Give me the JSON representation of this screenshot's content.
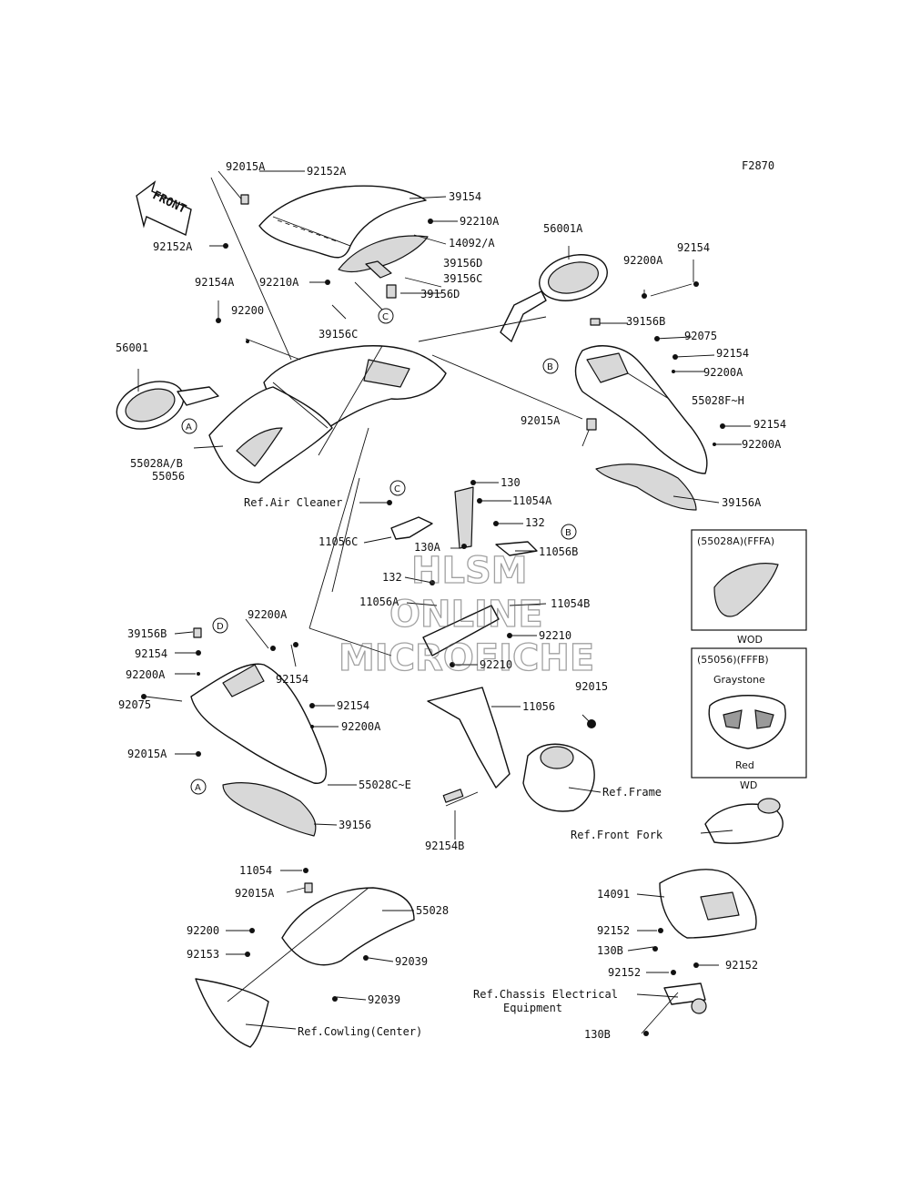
{
  "figure_code": "F2870",
  "front_label": "FRONT",
  "callouts": {
    "a": "A",
    "b": "B",
    "c": "C",
    "d": "D"
  },
  "labels": {
    "l_92015A_top": "92015A",
    "l_92152A_top": "92152A",
    "l_39154": "39154",
    "l_92210A_r": "92210A",
    "l_14092A": "14092/A",
    "l_92152A_l": "92152A",
    "l_39156D_a": "39156D",
    "l_39156C_a": "39156C",
    "l_92210A_l": "92210A",
    "l_39156D_b": "39156D",
    "l_92154A": "92154A",
    "l_92200_a": "92200",
    "l_39156C_b": "39156C",
    "l_56001": "56001",
    "l_55028AB": "55028A/B",
    "l_55056": "55056",
    "l_56001A": "56001A",
    "l_92200A_t": "92200A",
    "l_92154_t": "92154",
    "l_39156B_a": "39156B",
    "l_92075_a": "92075",
    "l_92154_r1": "92154",
    "l_92200A_r1": "92200A",
    "l_55028FH": "55028F~H",
    "l_92015A_m": "92015A",
    "l_92154_r2": "92154",
    "l_92200A_r2": "92200A",
    "l_39156A": "39156A",
    "l_130": "130",
    "l_ref_air": "Ref.Air Cleaner",
    "l_11054A": "11054A",
    "l_132_a": "132",
    "l_11056C": "11056C",
    "l_130A": "130A",
    "l_11056B": "11056B",
    "l_132_b": "132",
    "l_11056A": "11056A",
    "l_11054B": "11054B",
    "l_92210_a": "92210",
    "l_92210_b": "92210",
    "l_11056": "11056",
    "l_92015": "92015",
    "l_ref_frame": "Ref.Frame",
    "l_92154B": "92154B",
    "l_92200A_d": "92200A",
    "l_39156B_b": "39156B",
    "l_92154_d1": "92154",
    "l_92200A_d2": "92200A",
    "l_92154_d2": "92154",
    "l_92075_b": "92075",
    "l_92154_d3": "92154",
    "l_92200A_d3": "92200A",
    "l_92015A_d": "92015A",
    "l_55028CE": "55028C~E",
    "l_39156": "39156",
    "l_11054": "11054",
    "l_92015A_b": "92015A",
    "l_55028": "55028",
    "l_92200_b": "92200",
    "l_92153": "92153",
    "l_92039_a": "92039",
    "l_92039_b": "92039",
    "l_ref_cowl": "Ref.Cowling(Center)",
    "l_ref_fork": "Ref.Front Fork",
    "l_14091": "14091",
    "l_92152_a": "92152",
    "l_130B_a": "130B",
    "l_92152_b": "92152",
    "l_92152_c": "92152",
    "l_ref_chassis_1": "Ref.Chassis Electrical",
    "l_ref_chassis_2": "Equipment",
    "l_130B_b": "130B"
  },
  "insets": {
    "inset1": {
      "title": "(55028A)(FFFA)",
      "caption": "WOD"
    },
    "inset2": {
      "title": "(55056)(FFFB)",
      "top": "Graystone",
      "bottom": "Red",
      "caption": "WD"
    }
  },
  "watermark": {
    "line1": "HLSM",
    "line2": "ONLINE",
    "line3": "MICROFICHE"
  }
}
